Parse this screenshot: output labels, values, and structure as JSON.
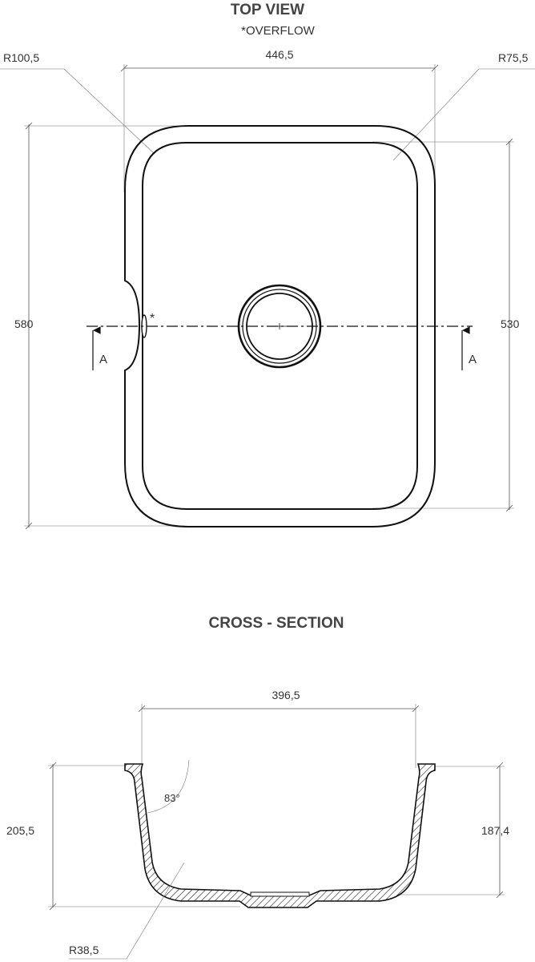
{
  "top_view": {
    "title": "TOP VIEW",
    "subtitle": "*OVERFLOW",
    "radius_left": "R100,5",
    "radius_right": "R75,5",
    "width": "446,5",
    "height_outer": "580",
    "height_inner": "530",
    "section_marker": "A",
    "overflow_marker": "*"
  },
  "cross_section": {
    "title": "CROSS - SECTION",
    "width": "396,5",
    "height_left": "205,5",
    "height_right": "187,4",
    "angle": "83°",
    "radius": "R38,5"
  }
}
